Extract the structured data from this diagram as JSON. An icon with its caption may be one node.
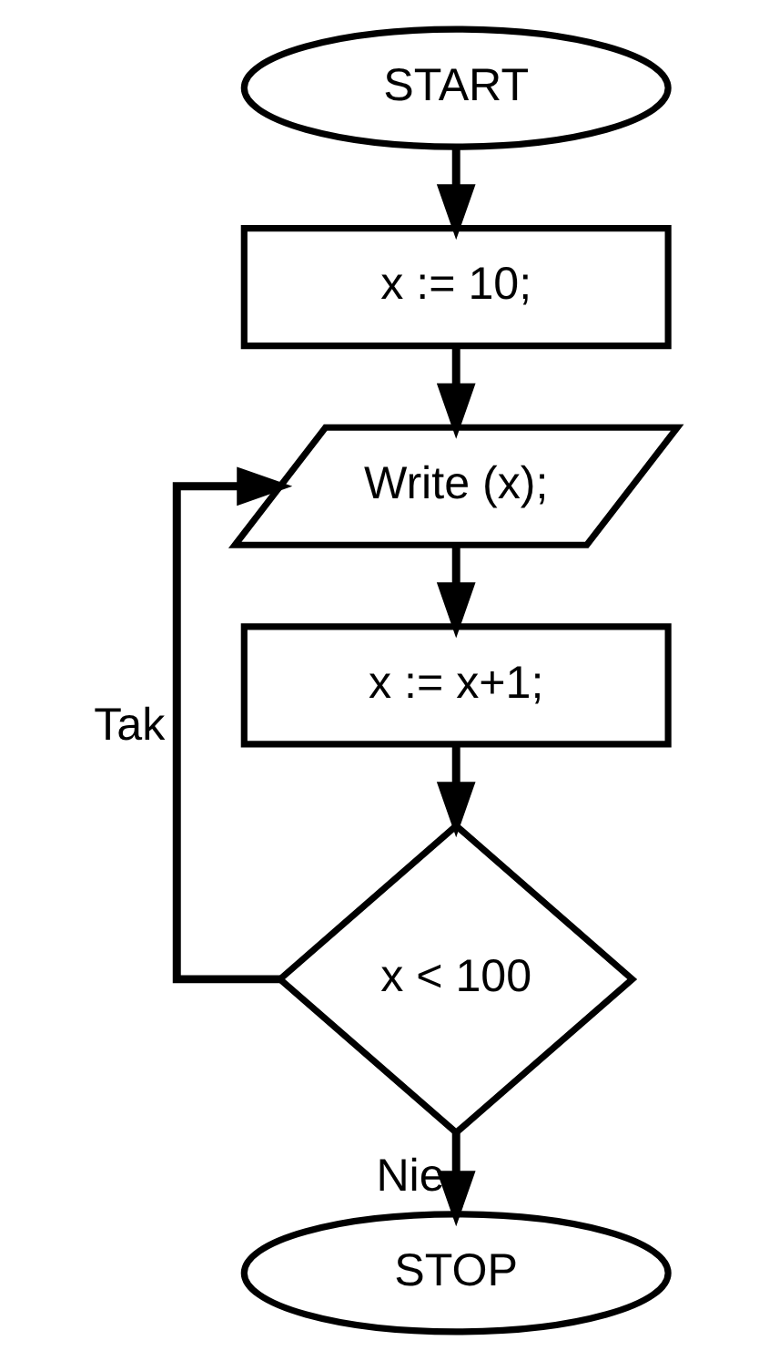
{
  "diagram": {
    "nodes": [
      {
        "text": [
          "START"
        ]
      },
      {
        "text": [
          "x := 10;"
        ]
      },
      {
        "text": [
          "Write (x);"
        ]
      },
      {
        "text": [
          "x := x+1;"
        ]
      },
      {
        "text": [
          "x < 100"
        ]
      },
      {
        "text": [
          "STOP"
        ]
      }
    ],
    "edges": [
      {
        "from": 0,
        "to": 1,
        "arrow": "to"
      },
      {
        "from": 1,
        "to": 2,
        "arrow": "to"
      },
      {
        "from": 2,
        "to": 3,
        "arrow": "to"
      },
      {
        "from": 3,
        "to": 4,
        "arrow": "to"
      },
      {
        "from": 4,
        "to": 2,
        "arrow": "to",
        "label": "Tak"
      },
      {
        "from": 4,
        "to": 5,
        "arrow": "to",
        "label": "Nie"
      }
    ]
  }
}
